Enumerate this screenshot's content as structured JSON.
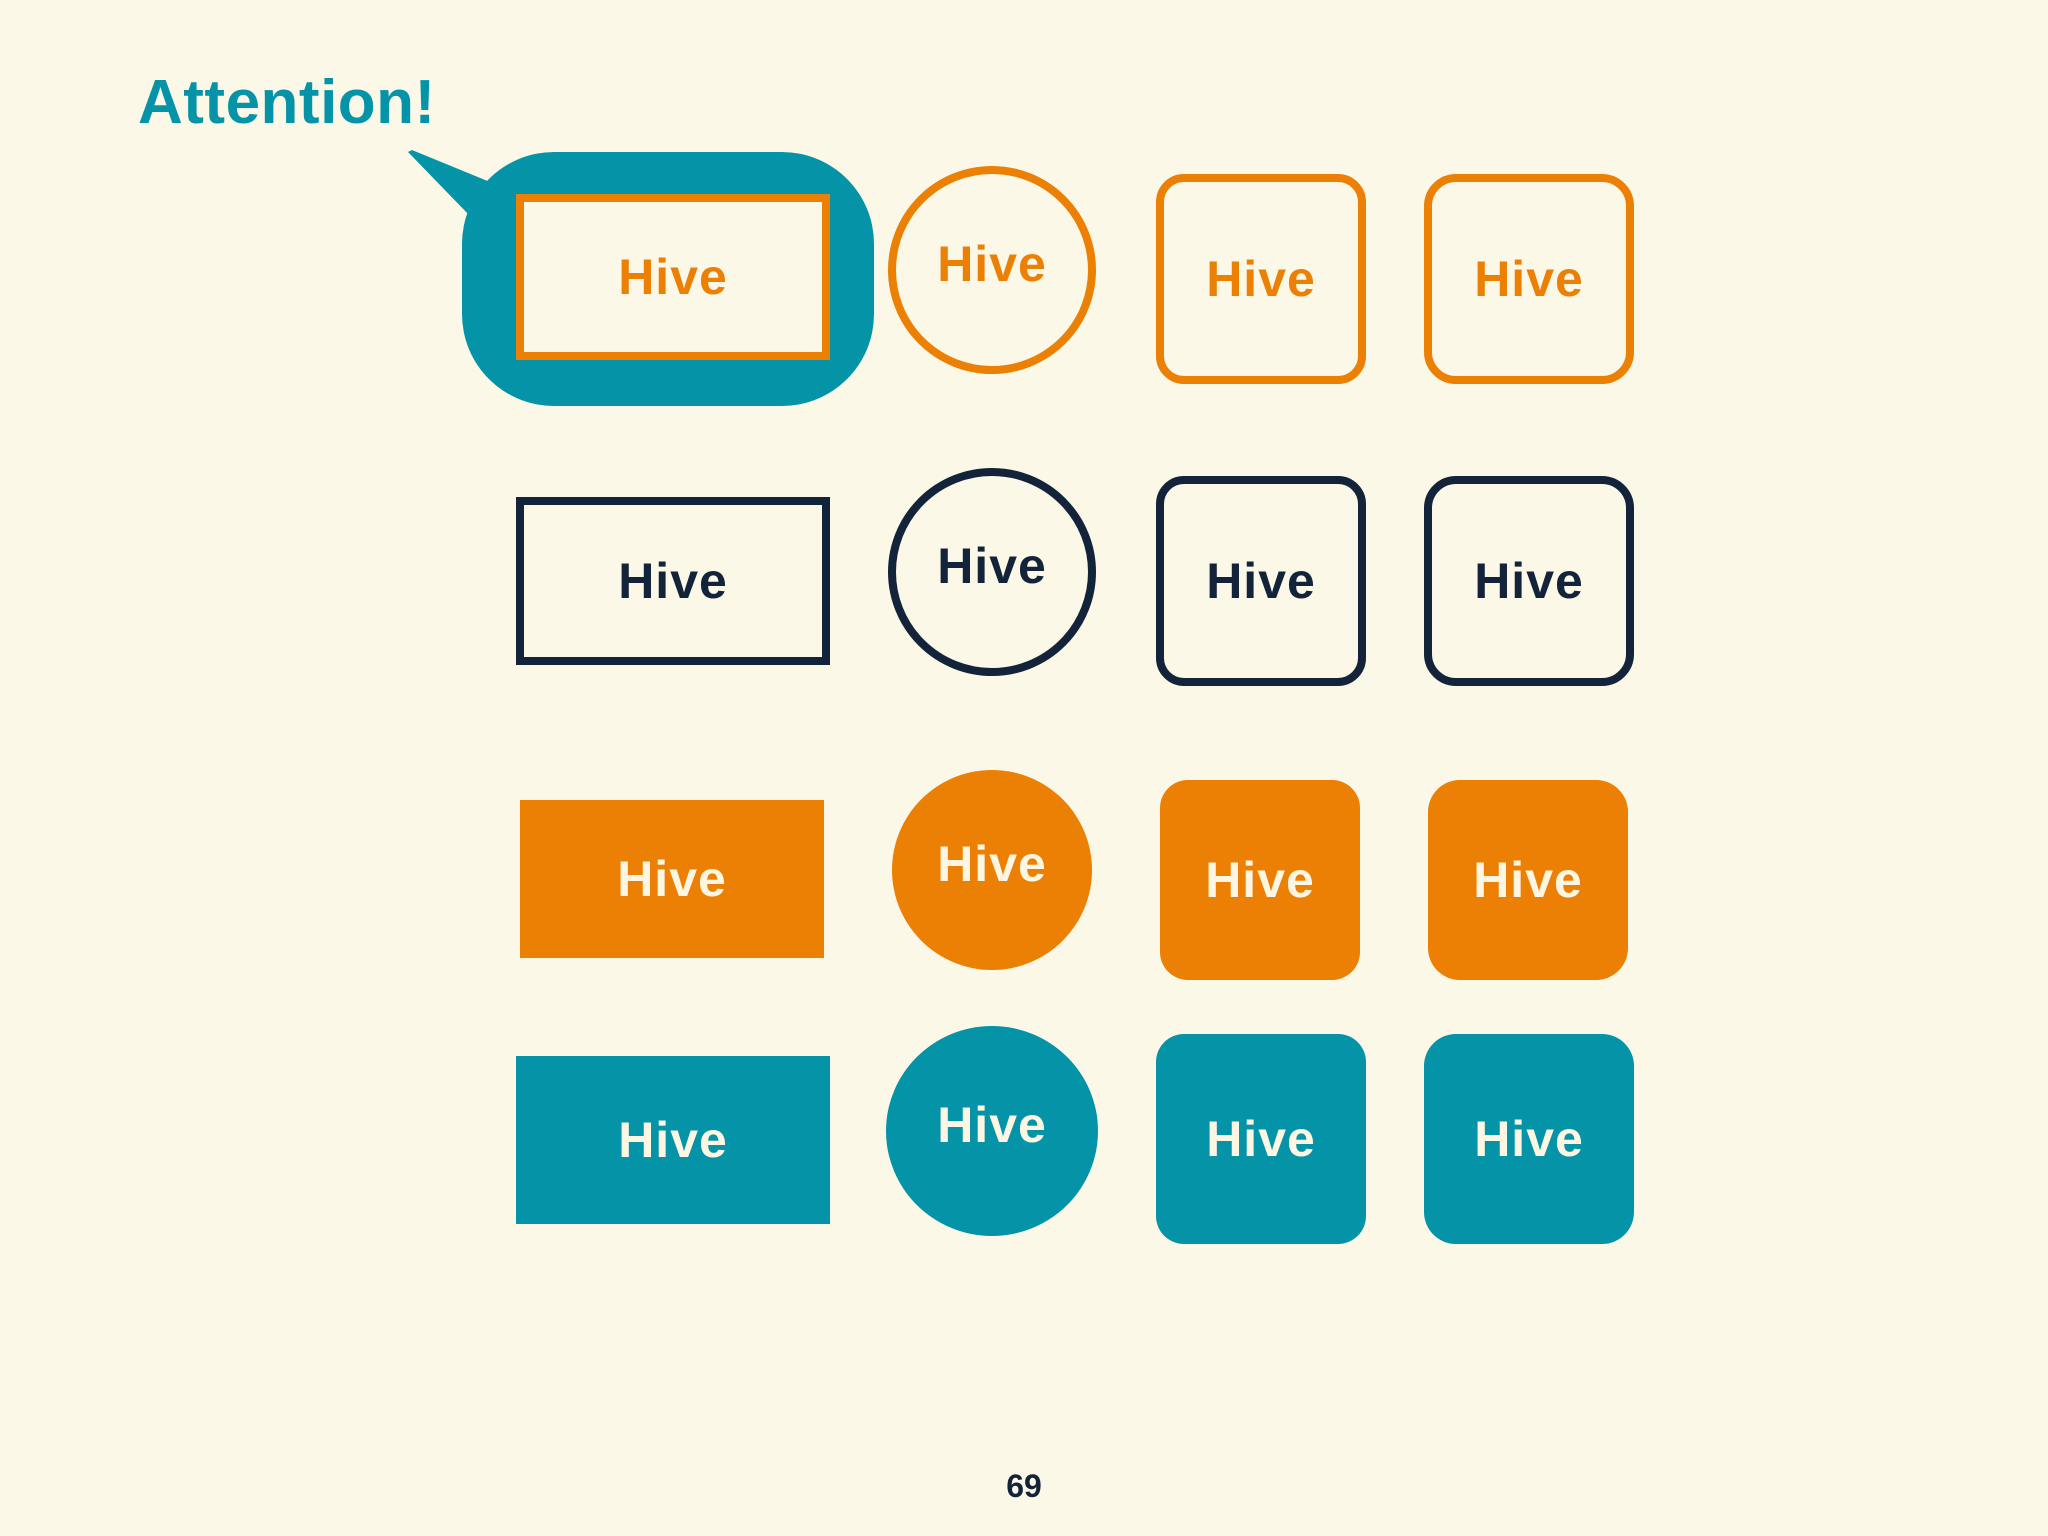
{
  "callout": {
    "text": "Attention!",
    "color": "#0593a7"
  },
  "colors": {
    "background": "#fcf8e8",
    "orange": "#eb8005",
    "navy": "#13233a",
    "teal": "#0593a7",
    "cream_text": "#fdf6e3"
  },
  "rows": [
    {
      "style": "orange-outline",
      "items": [
        {
          "shape": "rectangle",
          "label": "Hive",
          "highlighted": true
        },
        {
          "shape": "circle",
          "label": "Hive"
        },
        {
          "shape": "rounded-square",
          "label": "Hive"
        },
        {
          "shape": "rounded-square",
          "label": "Hive"
        }
      ]
    },
    {
      "style": "navy-outline",
      "items": [
        {
          "shape": "rectangle",
          "label": "Hive"
        },
        {
          "shape": "circle",
          "label": "Hive"
        },
        {
          "shape": "rounded-square",
          "label": "Hive"
        },
        {
          "shape": "rounded-square",
          "label": "Hive"
        }
      ]
    },
    {
      "style": "orange-fill",
      "items": [
        {
          "shape": "rectangle",
          "label": "Hive"
        },
        {
          "shape": "circle",
          "label": "Hive"
        },
        {
          "shape": "rounded-square",
          "label": "Hive"
        },
        {
          "shape": "rounded-square",
          "label": "Hive"
        }
      ]
    },
    {
      "style": "teal-fill",
      "items": [
        {
          "shape": "rectangle",
          "label": "Hive"
        },
        {
          "shape": "circle",
          "label": "Hive"
        },
        {
          "shape": "rounded-square",
          "label": "Hive"
        },
        {
          "shape": "rounded-square",
          "label": "Hive"
        }
      ]
    }
  ],
  "page_number": "69"
}
